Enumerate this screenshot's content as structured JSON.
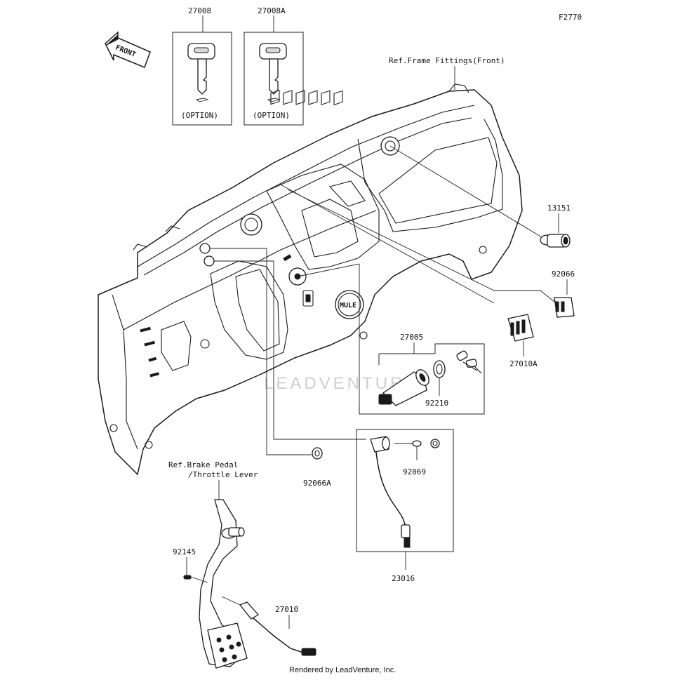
{
  "diagram_code": "F2770",
  "front_arrow_label": "FRONT",
  "references": {
    "frame_fittings": "Ref.Frame Fittings(Front)",
    "brake_pedal_line1": "Ref.Brake Pedal",
    "brake_pedal_line2": "/Throttle Lever"
  },
  "keys": [
    {
      "part_number": "27008",
      "note": "(OPTION)"
    },
    {
      "part_number": "27008A",
      "note": "(OPTION)"
    }
  ],
  "parts": {
    "p13151": "13151",
    "p92066": "92066",
    "p27010A": "27010A",
    "p27005": "27005",
    "p92210": "92210",
    "p92066A": "92066A",
    "p92069": "92069",
    "p23016": "23016",
    "p92145": "92145",
    "p27010": "27010"
  },
  "dash_badge": "MULE",
  "watermark": "LEADVENTURE",
  "credit": "Rendered by LeadVenture, Inc."
}
